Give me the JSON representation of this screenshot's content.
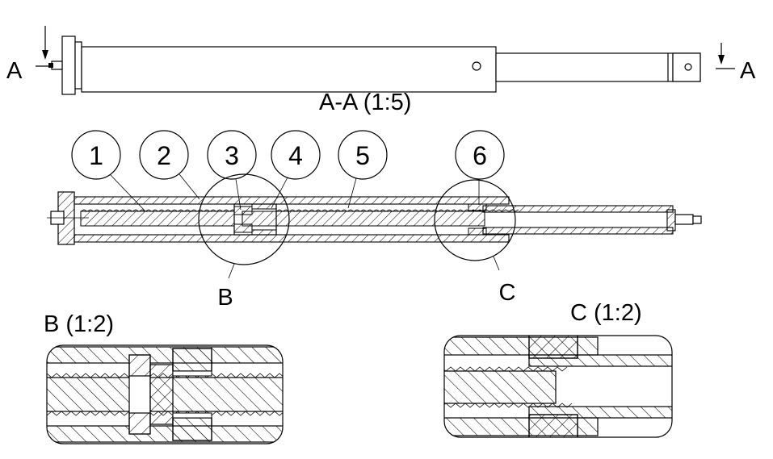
{
  "section_marker": "A",
  "section_view_title": "A-A (1:5)",
  "part_balloons": [
    "1",
    "2",
    "3",
    "4",
    "5",
    "6"
  ],
  "detail_callouts": [
    "B",
    "C"
  ],
  "detail_views": [
    {
      "title": "B (1:2)"
    },
    {
      "title": "C (1:2)"
    }
  ]
}
